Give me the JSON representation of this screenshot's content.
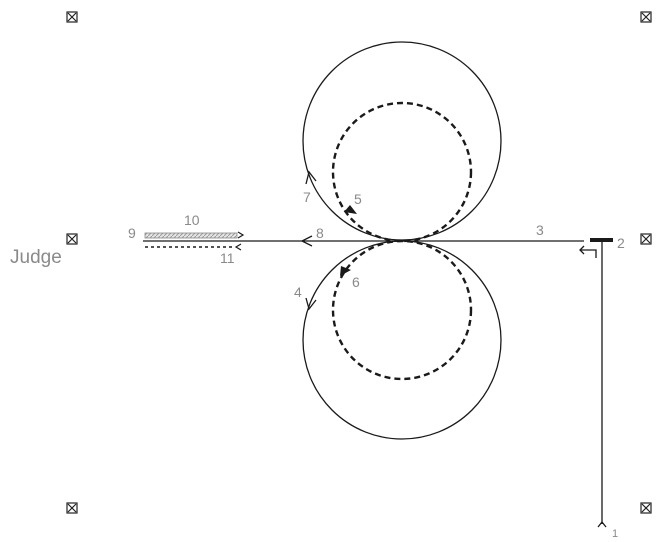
{
  "judge_label": "Judge",
  "markers": [
    "1",
    "2",
    "3",
    "4",
    "5",
    "6",
    "7",
    "8",
    "9",
    "10",
    "11"
  ],
  "colors": {
    "solid_line": "#1a1a1a",
    "dashed_line": "#1a1a1a",
    "number_label": "#8a8a8a",
    "hatched_box": "#d0d0d0"
  },
  "icons": [
    "boxed-x-icon"
  ]
}
